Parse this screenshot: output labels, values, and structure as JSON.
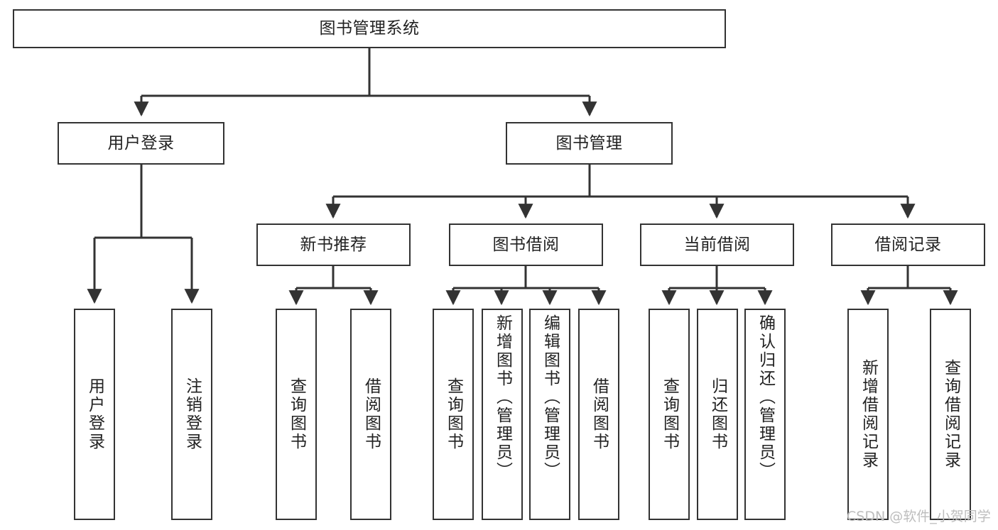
{
  "diagram": {
    "title": "图书管理系统",
    "type": "tree-hierarchy-chart",
    "colors": {
      "box_border": "#333333",
      "box_fill": "#ffffff",
      "edge": "#333333",
      "text": "#222222",
      "watermark": "#bdbdbd",
      "background": "#ffffff"
    },
    "watermark": "CSDN @软件_小贺同学"
  },
  "nodes": {
    "root": {
      "label": "图书管理系统"
    },
    "level2": [
      {
        "id": "user-login",
        "label": "用户登录"
      },
      {
        "id": "book-manage",
        "label": "图书管理"
      }
    ],
    "level3": [
      {
        "id": "new-book-recommend",
        "label": "新书推荐"
      },
      {
        "id": "book-borrow",
        "label": "图书借阅"
      },
      {
        "id": "current-borrow",
        "label": "当前借阅"
      },
      {
        "id": "borrow-record",
        "label": "借阅记录"
      }
    ],
    "leaves": {
      "user_login": [
        {
          "id": "leaf-user-login",
          "label": "用户登录"
        },
        {
          "id": "leaf-user-logout",
          "label": "注销登录"
        }
      ],
      "new_book_recommend": [
        {
          "id": "leaf-query-book-1",
          "label": "查询图书"
        },
        {
          "id": "leaf-borrow-book-1",
          "label": "借阅图书"
        }
      ],
      "book_borrow": [
        {
          "id": "leaf-query-book-2",
          "label": "查询图书"
        },
        {
          "id": "leaf-add-book",
          "label": "新增图书（管理员）"
        },
        {
          "id": "leaf-edit-book",
          "label": "编辑图书（管理员）"
        },
        {
          "id": "leaf-borrow-book-2",
          "label": "借阅图书"
        }
      ],
      "current_borrow": [
        {
          "id": "leaf-query-book-3",
          "label": "查询图书"
        },
        {
          "id": "leaf-return-book",
          "label": "归还图书"
        },
        {
          "id": "leaf-confirm-return",
          "label": "确认归还（管理员）"
        }
      ],
      "borrow_record": [
        {
          "id": "leaf-add-borrow-record",
          "label": "新增借阅记录"
        },
        {
          "id": "leaf-query-borrow-record",
          "label": "查询借阅记录"
        }
      ]
    }
  }
}
